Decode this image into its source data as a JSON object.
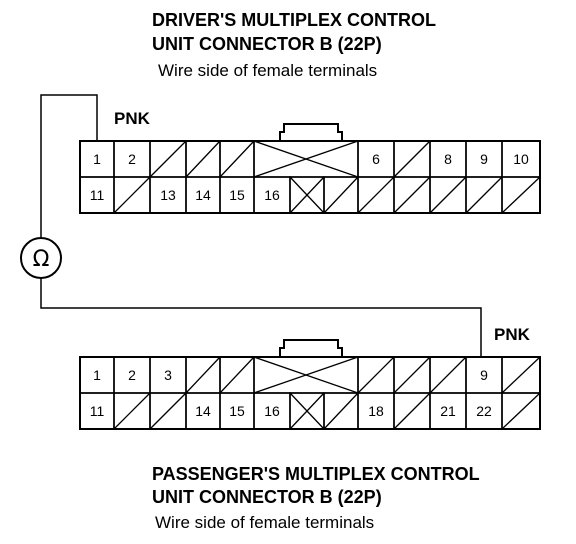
{
  "driver_connector": {
    "title_line1": "DRIVER'S MULTIPLEX CONTROL",
    "title_line2": "UNIT CONNECTOR B (22P)",
    "subtitle": "Wire side of female terminals",
    "wire_color": "PNK",
    "row1": [
      "1",
      "2",
      "",
      "",
      "",
      "",
      "6",
      "",
      "8",
      "9",
      "10"
    ],
    "row2": [
      "11",
      "",
      "13",
      "14",
      "15",
      "16",
      "",
      "",
      "",
      "",
      ""
    ]
  },
  "passenger_connector": {
    "title_line1": "PASSENGER'S MULTIPLEX CONTROL",
    "title_line2": "UNIT CONNECTOR B (22P)",
    "subtitle": "Wire side of female terminals",
    "wire_color": "PNK",
    "row1": [
      "1",
      "2",
      "3",
      "",
      "",
      "",
      "",
      "",
      "",
      "9",
      ""
    ],
    "row2": [
      "11",
      "",
      "",
      "14",
      "15",
      "16",
      "",
      "18",
      "",
      "21",
      "22"
    ]
  },
  "meter": {
    "symbol": "Ω",
    "icon": "ohmmeter-icon"
  }
}
